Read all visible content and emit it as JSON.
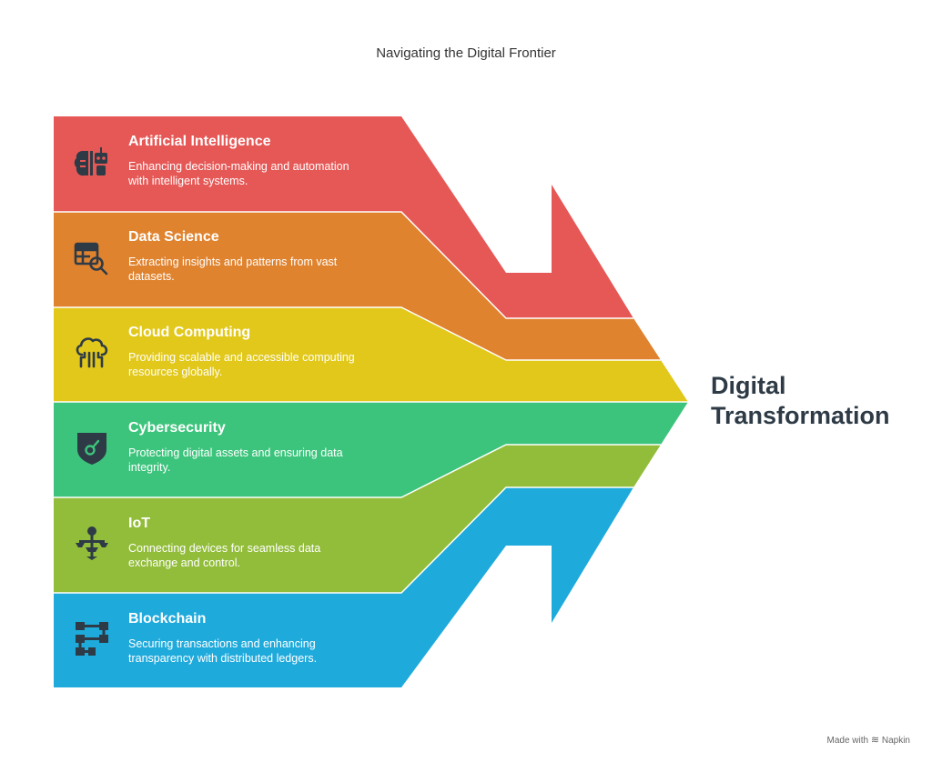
{
  "title": "Navigating the Digital Frontier",
  "target": {
    "line1": "Digital",
    "line2": "Transformation"
  },
  "bands": [
    {
      "title": "Artificial Intelligence",
      "description_line1": "Enhancing decision-making and automation",
      "description_line2": "with intelligent systems.",
      "color": "#e55856",
      "icon": "robot-brain-icon"
    },
    {
      "title": "Data Science",
      "description_line1": "Extracting insights and patterns from vast",
      "description_line2": "datasets.",
      "color": "#e0832f",
      "icon": "table-search-icon"
    },
    {
      "title": "Cloud Computing",
      "description_line1": "Providing scalable and accessible computing",
      "description_line2": "resources globally.",
      "color": "#e2c81a",
      "icon": "cloud-network-icon"
    },
    {
      "title": "Cybersecurity",
      "description_line1": "Protecting digital assets and ensuring data",
      "description_line2": "integrity.",
      "color": "#3cc47c",
      "icon": "shield-icon"
    },
    {
      "title": "IoT",
      "description_line1": "Connecting devices for seamless data",
      "description_line2": "exchange and control.",
      "color": "#92bd3a",
      "icon": "iot-hub-icon"
    },
    {
      "title": "Blockchain",
      "description_line1": "Securing transactions and enhancing",
      "description_line2": "transparency with distributed ledgers.",
      "color": "#1faadc",
      "icon": "blockchain-icon"
    }
  ],
  "footer": {
    "made_with": "Made with",
    "brand": "Napkin"
  }
}
